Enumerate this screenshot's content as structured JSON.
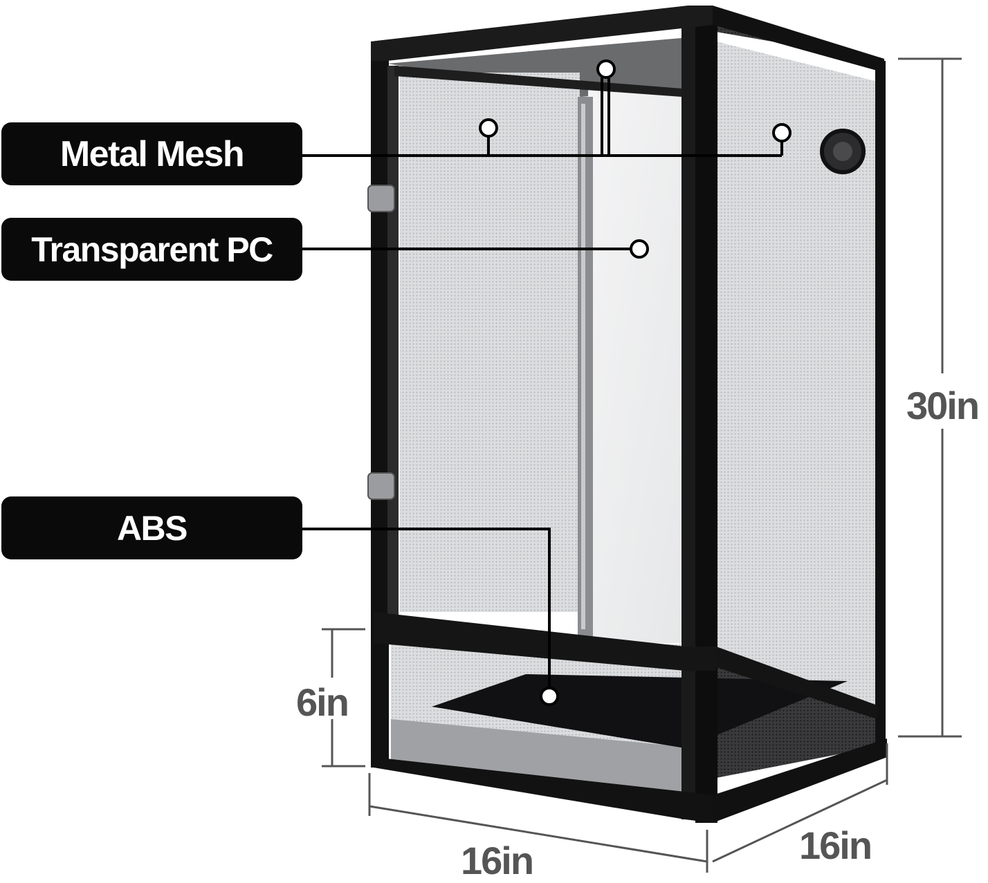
{
  "labels": {
    "metal_mesh": "Metal Mesh",
    "transparent_pc": "Transparent PC",
    "abs": "ABS"
  },
  "dimensions": {
    "height": "30in",
    "base_height": "6in",
    "width": "16in",
    "depth": "16in"
  },
  "colors": {
    "frame": "#111111",
    "pill_background": "#0a0a0a",
    "pill_text": "#ffffff",
    "dimension_text": "#555555",
    "mesh": "#d9dadb"
  }
}
